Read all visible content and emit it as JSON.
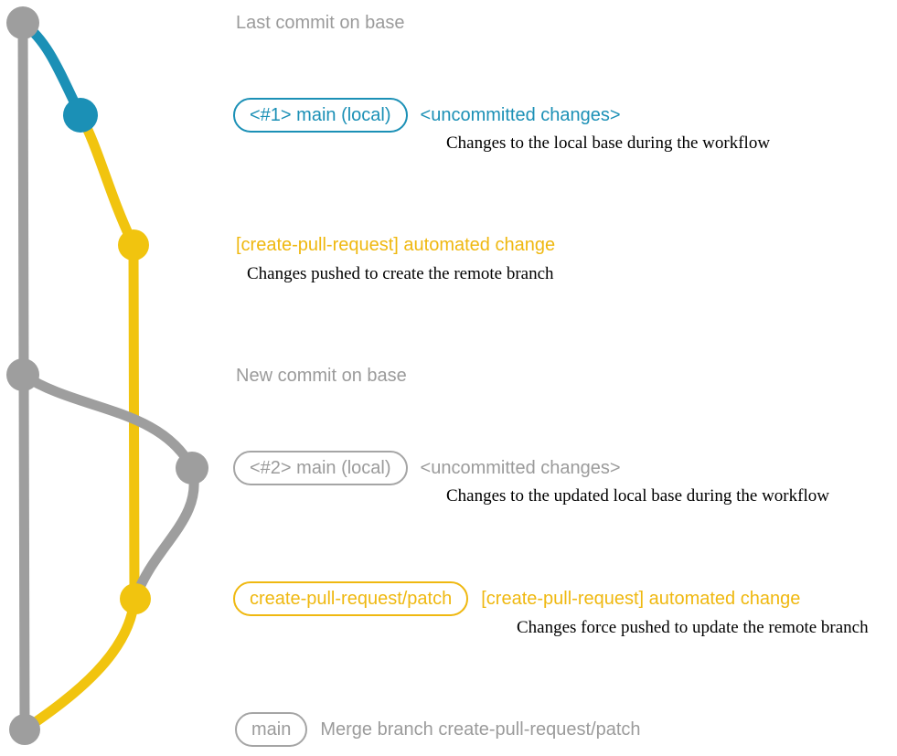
{
  "colors": {
    "gray": "#9e9e9e",
    "blue": "#1b90b6",
    "yellow": "#f1c40f",
    "yellow_text": "#efb810",
    "gray_text": "#9b9b9b",
    "desc_text": "#000000"
  },
  "rows": {
    "last_commit": {
      "label": "Last commit on base"
    },
    "local1": {
      "pill": "<#1> main (local)",
      "title": "<uncommitted changes>",
      "desc": "Changes to the local base during the workflow"
    },
    "remote1": {
      "title": "[create-pull-request] automated change",
      "desc": "Changes pushed to create the remote branch"
    },
    "new_commit": {
      "label": "New commit on base"
    },
    "local2": {
      "pill": "<#2> main (local)",
      "title": "<uncommitted changes>",
      "desc": "Changes to the updated local base during the workflow"
    },
    "remote2": {
      "pill": "create-pull-request/patch",
      "title": "[create-pull-request] automated change",
      "desc": "Changes force pushed to update the remote branch"
    },
    "merge": {
      "pill": "main",
      "title": "Merge branch create-pull-request/patch"
    }
  },
  "graph": {
    "nodes": [
      {
        "name": "last-commit-on-base",
        "color_key": "gray"
      },
      {
        "name": "local-main-1",
        "color_key": "blue"
      },
      {
        "name": "automated-change-1",
        "color_key": "yellow"
      },
      {
        "name": "new-commit-on-base",
        "color_key": "gray"
      },
      {
        "name": "local-main-2",
        "color_key": "gray"
      },
      {
        "name": "automated-change-2",
        "color_key": "yellow"
      },
      {
        "name": "merge-commit",
        "color_key": "gray"
      }
    ]
  }
}
